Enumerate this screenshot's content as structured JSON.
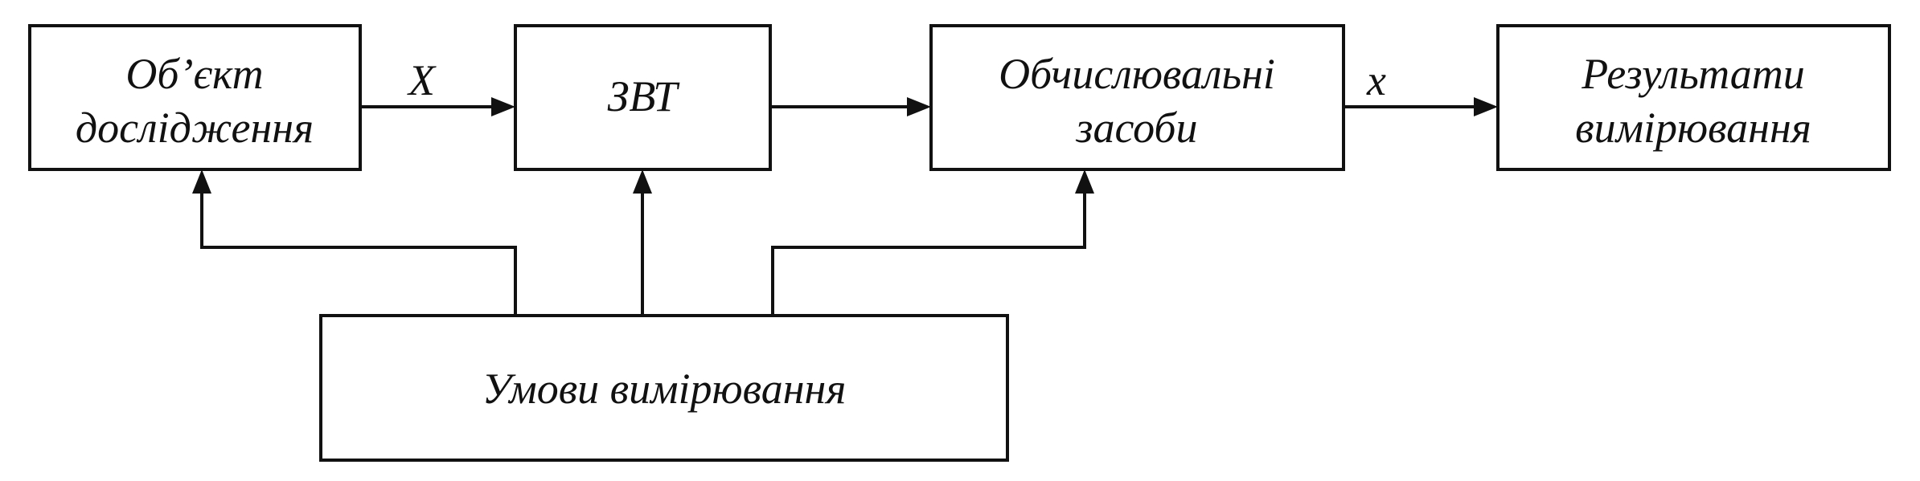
{
  "blocks": {
    "object": {
      "line1": "Об’єкт",
      "line2": "дослідження"
    },
    "zvt": {
      "label": "ЗВТ"
    },
    "computing": {
      "line1": "Обчислювальні",
      "line2": "засоби"
    },
    "results": {
      "line1": "Результати",
      "line2": "вимірювання"
    },
    "conditions": {
      "label": "Умови вимірювання"
    }
  },
  "signals": {
    "measurand": "X",
    "result_value": "x"
  }
}
